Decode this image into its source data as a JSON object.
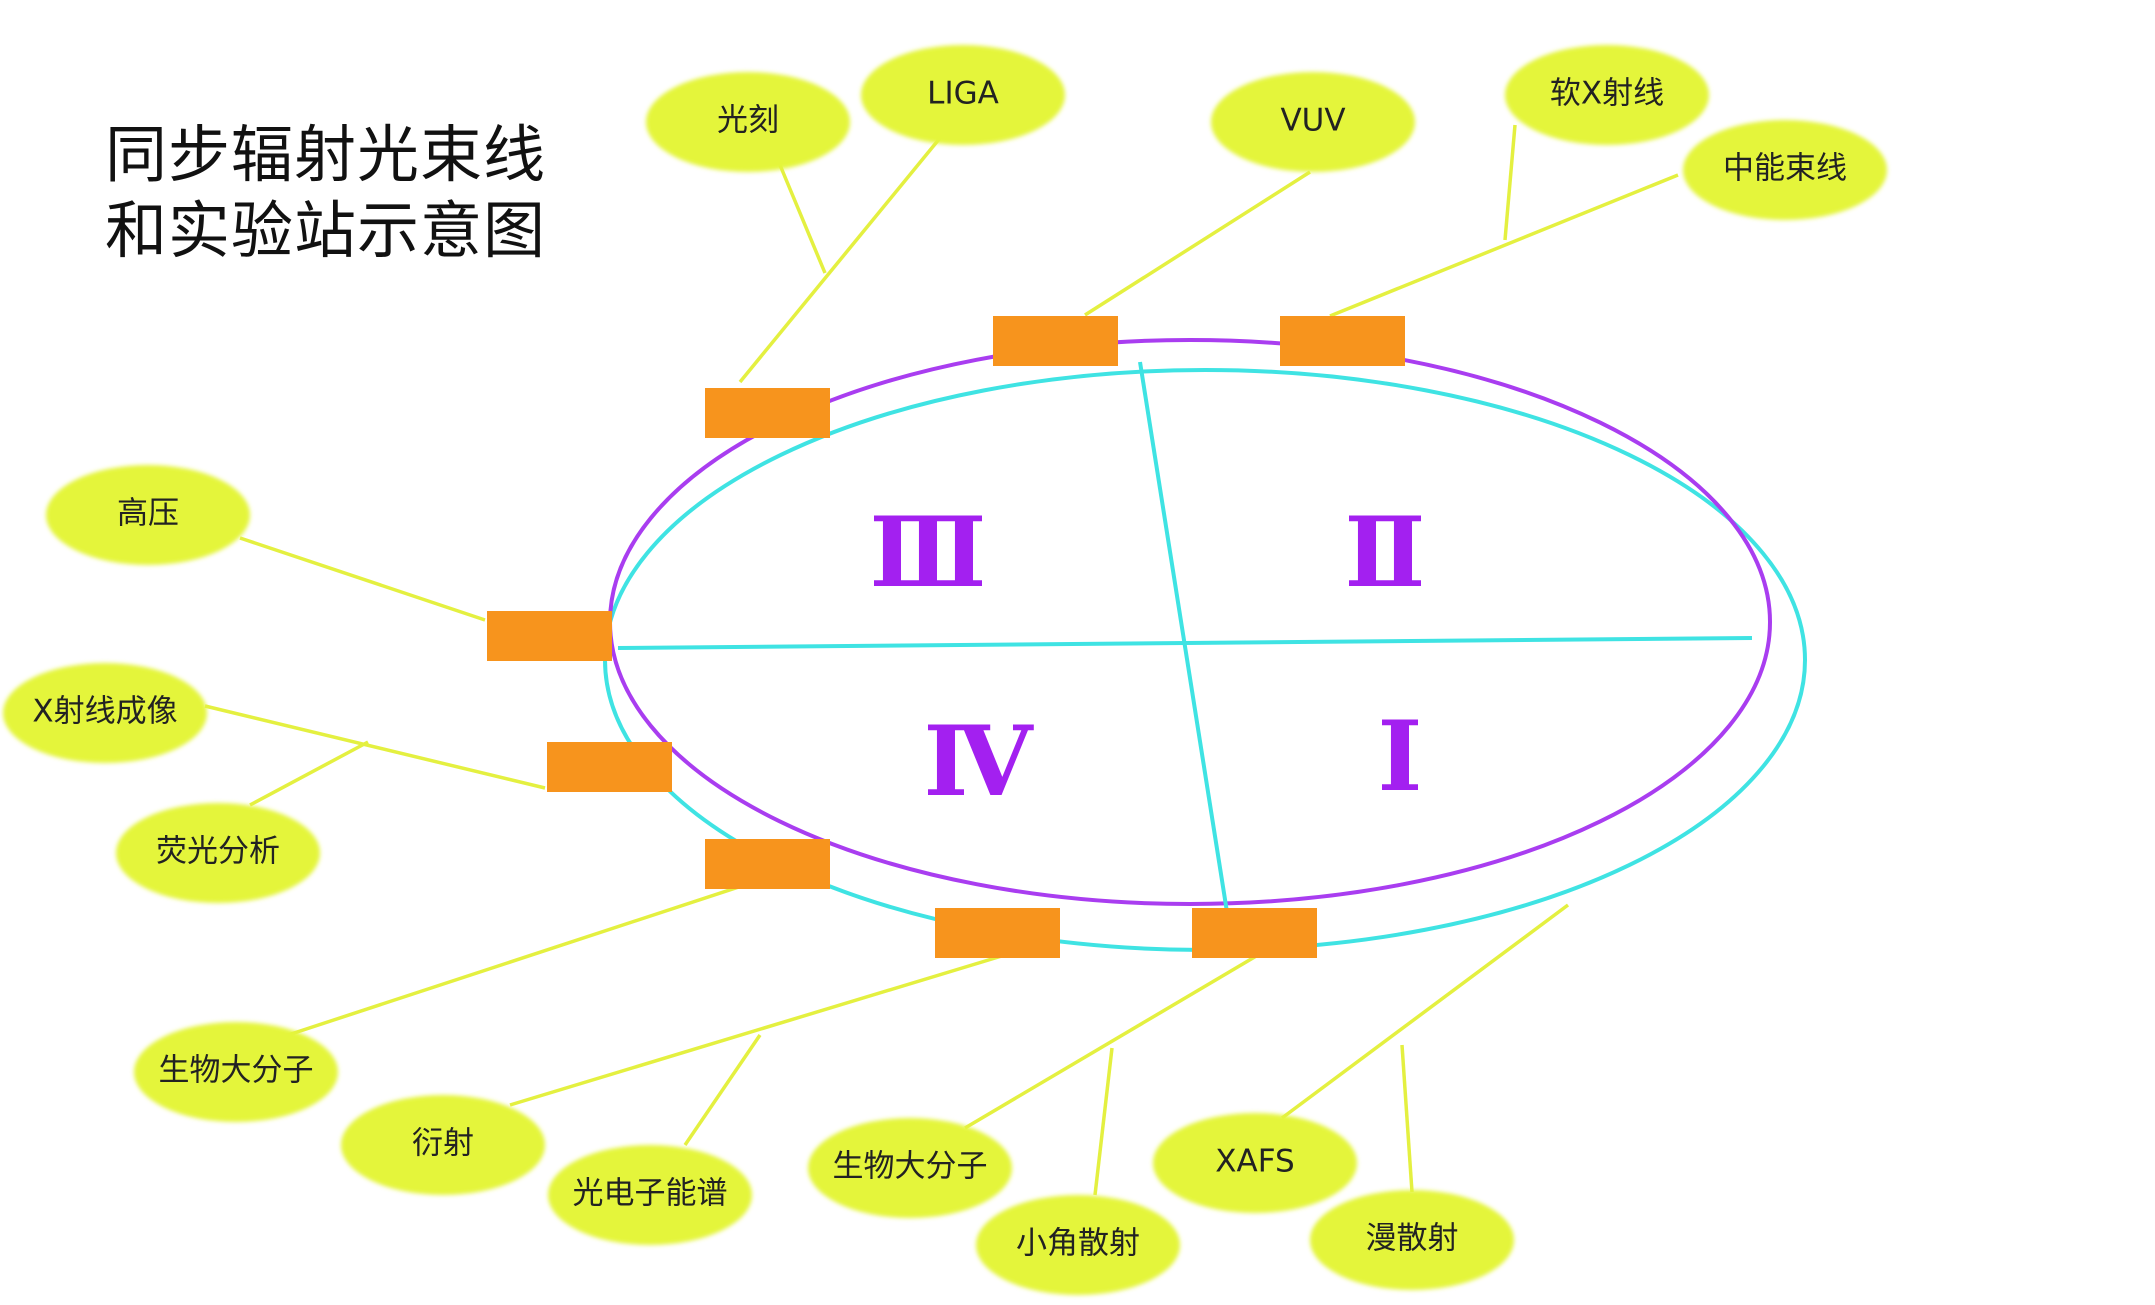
{
  "title": [
    "同步辐射光束线",
    "和实验站示意图"
  ],
  "colors": {
    "outer_ring": "#a93df0",
    "inner_ring": "#3fe3e3",
    "beam_port": "#f7941d",
    "label_bubble": "#e4f53a",
    "leader_line": "#e4f040",
    "roman_numeral": "#a320f0"
  },
  "quadrants": [
    {
      "numeral": "Ⅲ"
    },
    {
      "numeral": "Ⅱ"
    },
    {
      "numeral": "Ⅳ"
    },
    {
      "numeral": "Ⅰ"
    }
  ],
  "stations": [
    {
      "label": "光刻"
    },
    {
      "label": "LIGA"
    },
    {
      "label": "VUV"
    },
    {
      "label": "软X射线"
    },
    {
      "label": "中能束线"
    },
    {
      "label": "高压"
    },
    {
      "label": "X射线成像"
    },
    {
      "label": "荧光分析"
    },
    {
      "label": "生物大分子"
    },
    {
      "label": "衍射"
    },
    {
      "label": "光电子能谱"
    },
    {
      "label": "生物大分子"
    },
    {
      "label": "小角散射"
    },
    {
      "label": "XAFS"
    },
    {
      "label": "漫散射"
    }
  ]
}
